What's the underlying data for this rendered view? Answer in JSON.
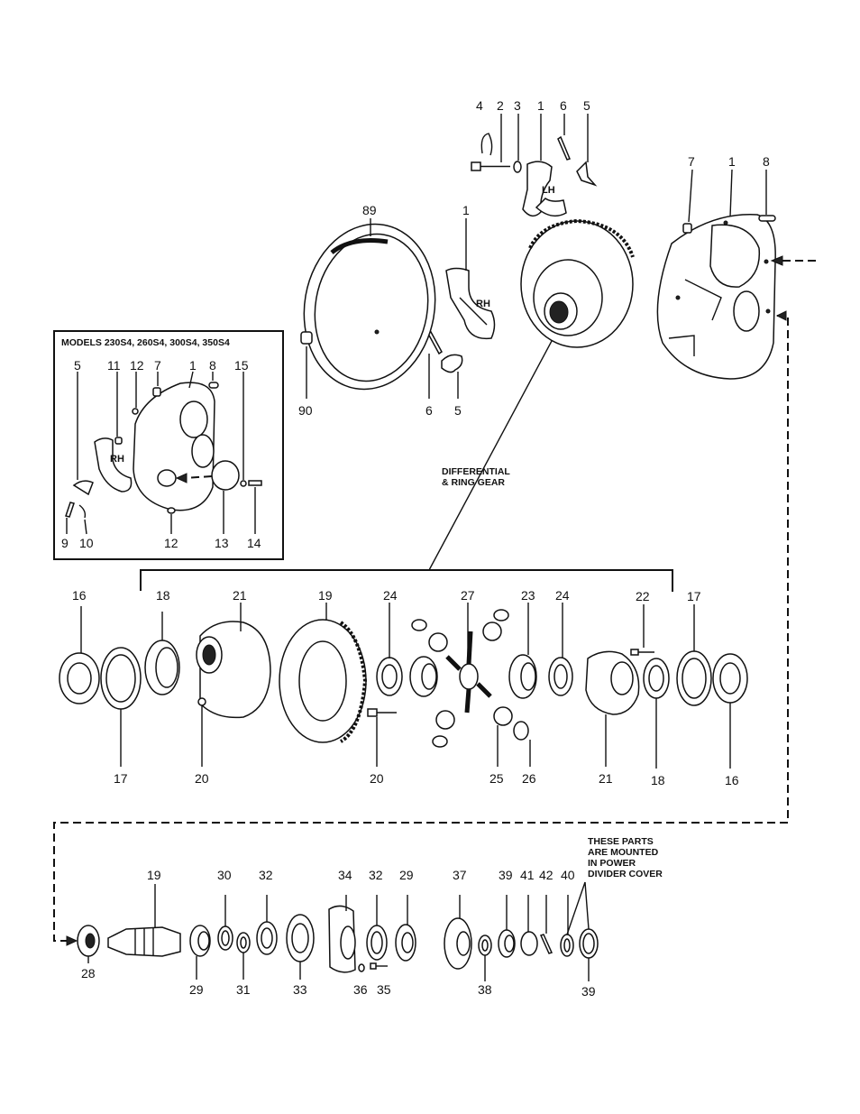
{
  "inset": {
    "heading": "MODELS 230S4, 260S4, 300S4, 350S4",
    "callouts": [
      "5",
      "11",
      "12",
      "7",
      "1",
      "8",
      "15",
      "9",
      "10",
      "12",
      "13",
      "14"
    ],
    "rh_label": "RH"
  },
  "upper": {
    "callouts": [
      "4",
      "2",
      "3",
      "1",
      "6",
      "5",
      "7",
      "1",
      "8",
      "89",
      "1",
      "90",
      "6",
      "5"
    ],
    "lh_label": "LH",
    "rh_label": "RH",
    "annotation": [
      "DIFFERENTIAL",
      "& RING GEAR"
    ]
  },
  "middle": {
    "callouts": [
      "16",
      "18",
      "21",
      "19",
      "24",
      "27",
      "23",
      "24",
      "22",
      "17",
      "17",
      "20",
      "20",
      "25",
      "26",
      "21",
      "18",
      "16"
    ]
  },
  "lower": {
    "callouts": [
      "19",
      "30",
      "32",
      "34",
      "32",
      "29",
      "37",
      "39",
      "41",
      "42",
      "40",
      "28",
      "29",
      "31",
      "33",
      "36",
      "35",
      "38",
      "39"
    ],
    "note": [
      "THESE PARTS",
      "ARE MOUNTED",
      "IN POWER",
      "DIVIDER COVER"
    ]
  }
}
